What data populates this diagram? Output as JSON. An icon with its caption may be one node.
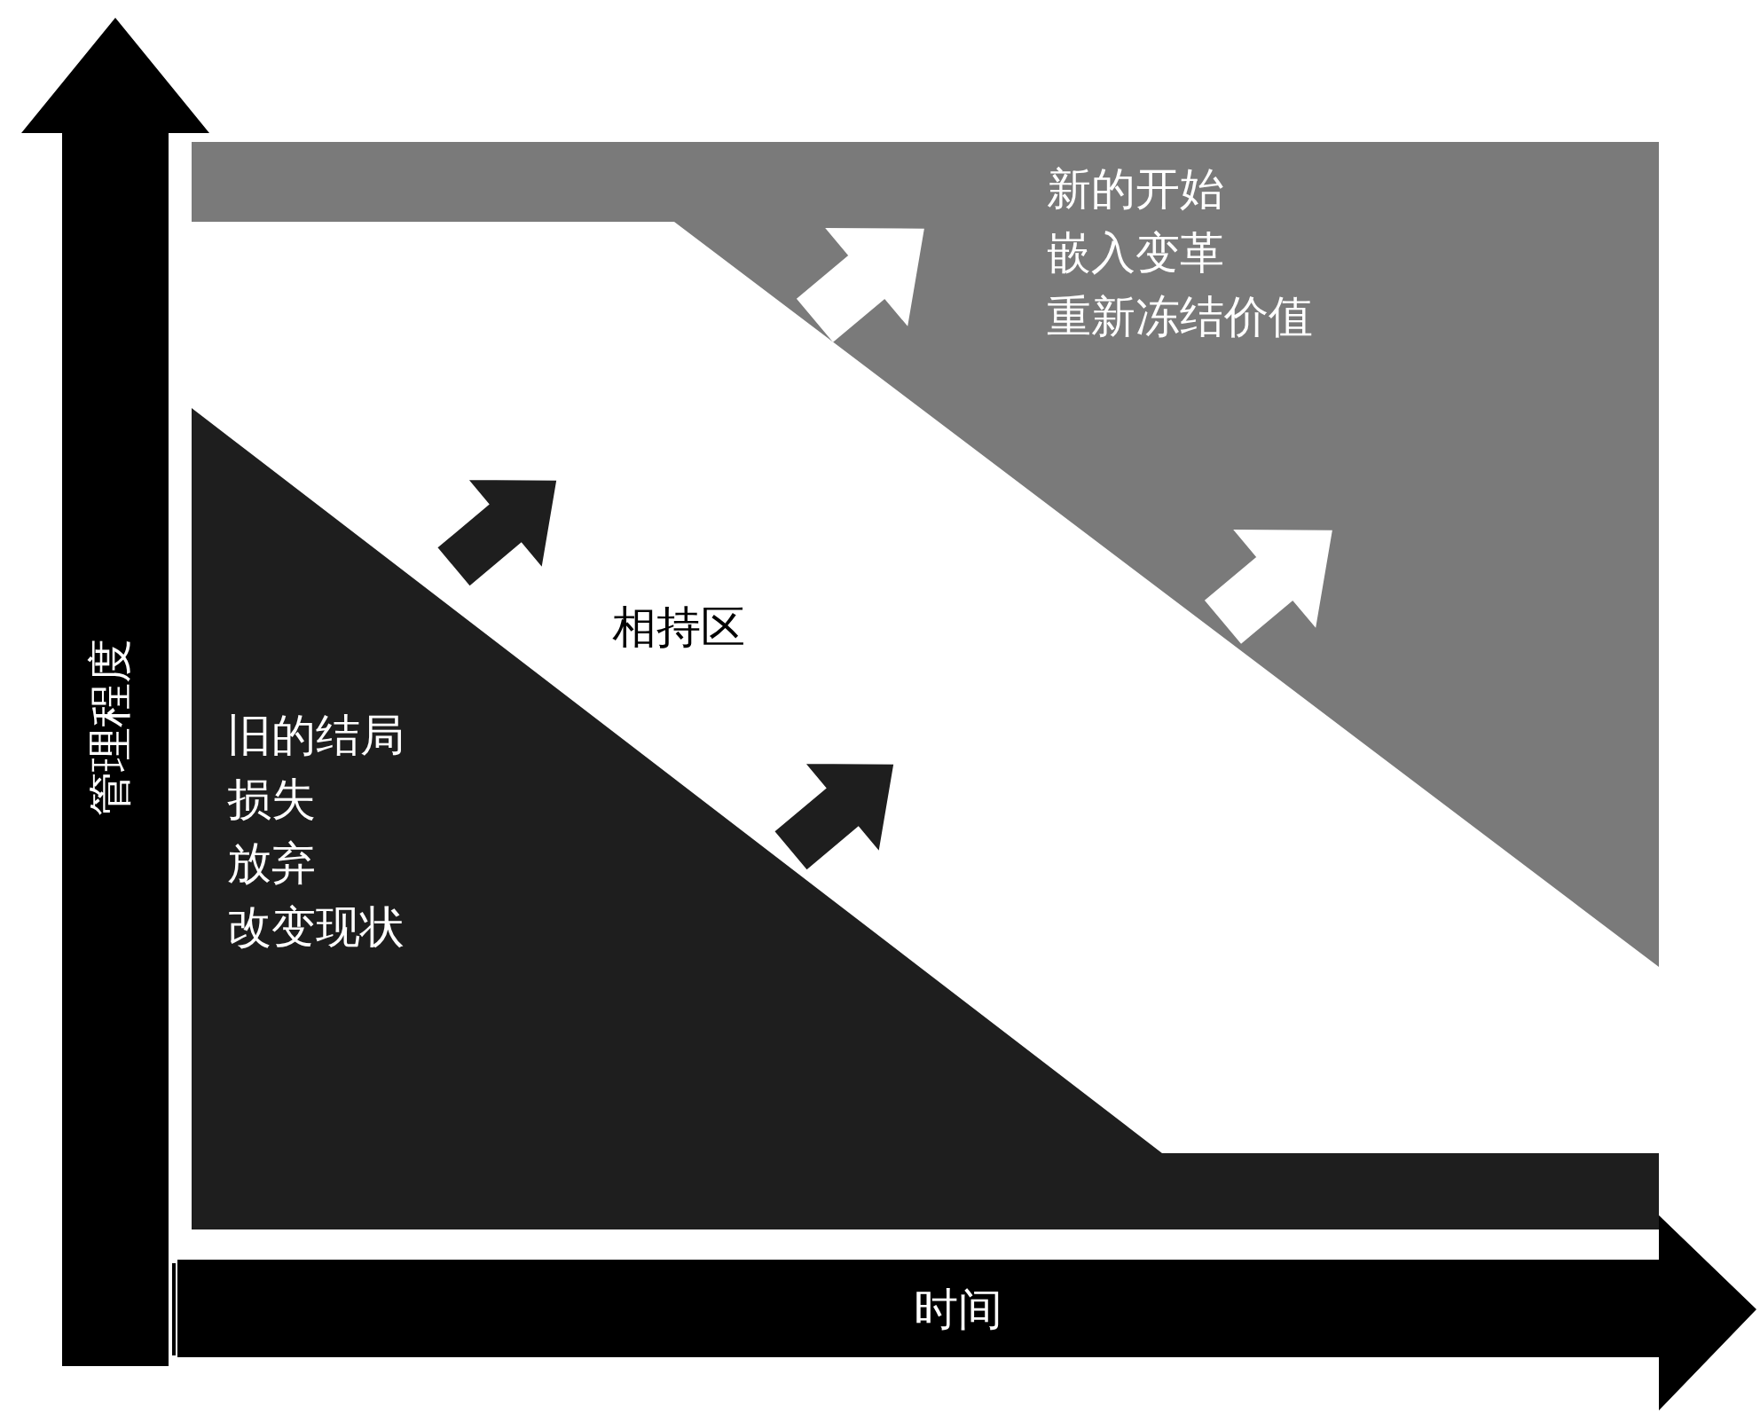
{
  "diagram": {
    "nodes": [
      {
        "text": [
          "新的开始",
          "嵌入变革",
          "重新冻结价值"
        ]
      },
      {
        "text": [
          "旧的结局",
          "损失",
          "放弃",
          "改变现状"
        ]
      }
    ],
    "labels": [
      "相持区",
      "管理程度",
      "时间"
    ]
  }
}
